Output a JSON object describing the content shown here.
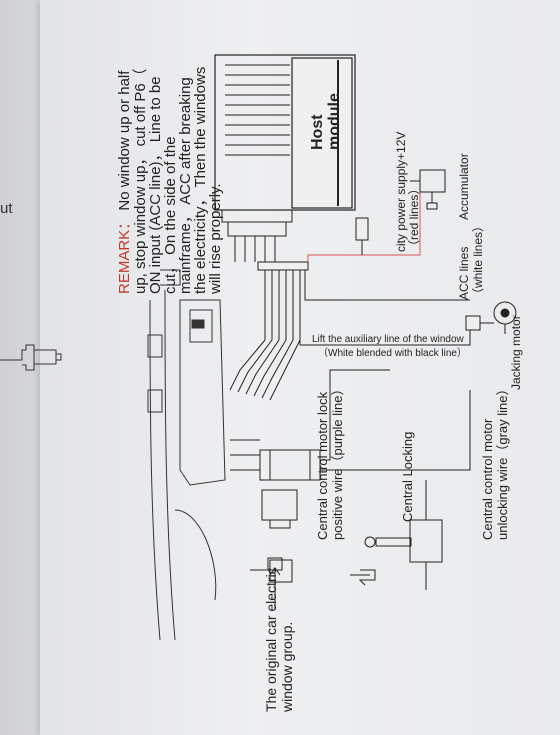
{
  "corner_fragment": "ut",
  "remark": {
    "label": "REMARK：",
    "lines": [
      "No window up or half",
      "up, stop window up， cut off P6（",
      "ON input (ACC line)， Line to be",
      "cut， On the side of the",
      "mainframe， ACC after breaking",
      "the electricity， Then the windows",
      "will rise properly."
    ]
  },
  "host_module": {
    "line1": "Host",
    "line2": "module"
  },
  "power_supply": {
    "line1": "city power supply+12V",
    "line2": "（red lines）"
  },
  "accumulator_label": "Accumulator",
  "acc_lines": {
    "line1": "ACC lines",
    "line2": "（white lines）"
  },
  "jacking_motor_label": "Jacking motor",
  "aux_line": {
    "line1": "Lift the auxiliary line of the window",
    "line2": "（White blended with black line）"
  },
  "lock_wire": {
    "line1": "Central control motor lock",
    "line2": "positive wire（purple line）"
  },
  "unlock_wire": {
    "line1": "Central control motor",
    "line2": "unlocking wire（gray line）"
  },
  "central_locking_label": "Central Locking",
  "window_group": {
    "line1": "The original car electric",
    "line2": "window group."
  },
  "colors": {
    "remark_red": "#c0392b",
    "wire_red": "#d9534f",
    "ink": "#222222"
  }
}
